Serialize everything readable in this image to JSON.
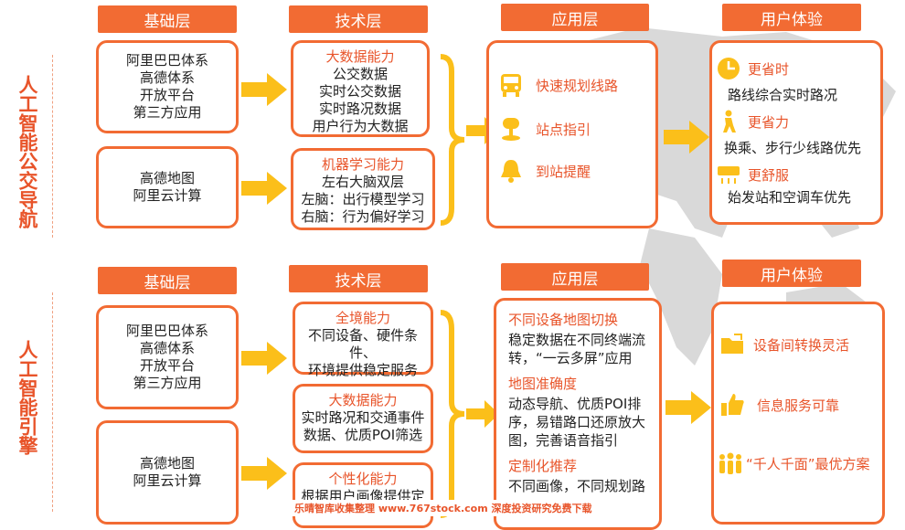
{
  "sections": [
    {
      "title": "人工智能公交导航",
      "headers": [
        "基础层",
        "技术层",
        "应用层",
        "用户体验"
      ],
      "base_boxes": [
        [
          "阿里巴巴体系",
          "高德体系",
          "开放平台",
          "第三方应用"
        ],
        [
          "高德地图",
          "阿里云计算"
        ]
      ],
      "tech_boxes": [
        {
          "title": "大数据能力",
          "lines": [
            "公交数据",
            "实时公交数据",
            "实时路况数据",
            "用户行为大数据"
          ]
        },
        {
          "title": "机器学习能力",
          "lines": [
            "左右大脑双层",
            "左脑：出行模型学习",
            "右脑：行为偏好学习"
          ]
        }
      ],
      "apps": [
        {
          "icon": "bus-icon",
          "label": "快速规划线路"
        },
        {
          "icon": "stop-sign-icon",
          "label": "站点指引"
        },
        {
          "icon": "bell-icon",
          "label": "到站提醒"
        }
      ],
      "ux": [
        {
          "icon": "clock-icon",
          "title": "更省时",
          "desc": "路线综合实时路况"
        },
        {
          "icon": "walker-icon",
          "title": "更省力",
          "desc": "换乘、步行少线路优先"
        },
        {
          "icon": "aircon-icon",
          "title": "更舒服",
          "desc": "始发站和空调车优先"
        }
      ]
    },
    {
      "title": "人工智能引擎",
      "headers": [
        "基础层",
        "技术层",
        "应用层",
        "用户体验"
      ],
      "base_boxes": [
        [
          "阿里巴巴体系",
          "高德体系",
          "开放平台",
          "第三方应用"
        ],
        [
          "高德地图",
          "阿里云计算"
        ]
      ],
      "tech_boxes": [
        {
          "title": "全境能力",
          "lines": [
            "不同设备、硬件条件、",
            "环境提供稳定服务"
          ]
        },
        {
          "title": "大数据能力",
          "lines": [
            "实时路况和交通事件",
            "数据、优质POI筛选"
          ]
        },
        {
          "title": "个性化能力",
          "lines": [
            "根据用户画像提供定"
          ]
        }
      ],
      "apps": [
        {
          "title": "不同设备地图切换",
          "lines": [
            "稳定数据在不同终端流",
            "转，“一云多屏”应用"
          ]
        },
        {
          "title": "地图准确度",
          "lines": [
            "动态导航、优质POI排",
            "序，易错路口还原放大",
            "图，完善语音指引"
          ]
        },
        {
          "title": "定制化推荐",
          "lines": [
            "不同画像，不同规划路"
          ]
        }
      ],
      "ux": [
        {
          "icon": "folder-icon",
          "label": "设备间转换灵活"
        },
        {
          "icon": "thumbs-up-icon",
          "label": "信息服务可靠"
        },
        {
          "icon": "people-icon",
          "label": "“千人千面”最优方案"
        }
      ]
    }
  ],
  "footer": "乐晴智库收集整理 www.767stock.com 深度投资研究免费下载",
  "colors": {
    "accent": "#f26b33",
    "title": "#e8542a",
    "arrow": "#fbbf1a"
  }
}
